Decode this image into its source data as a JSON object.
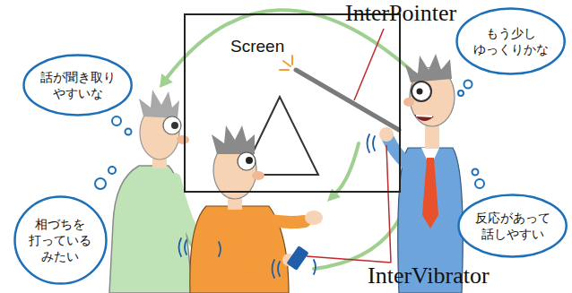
{
  "diagram": {
    "nodes": [
      {
        "text": [
          "話が聞き取り やすいな"
        ]
      },
      {
        "text": [
          "Screen"
        ]
      },
      {
        "text": [
          "もう少し ゆっくりかな"
        ]
      },
      {
        "text": [
          "相づちを 打っている みたい"
        ]
      },
      {
        "text": [
          "反応があって 話しやすい"
        ]
      }
    ],
    "labels": [
      "InterPointer",
      "InterVibrator"
    ]
  }
}
